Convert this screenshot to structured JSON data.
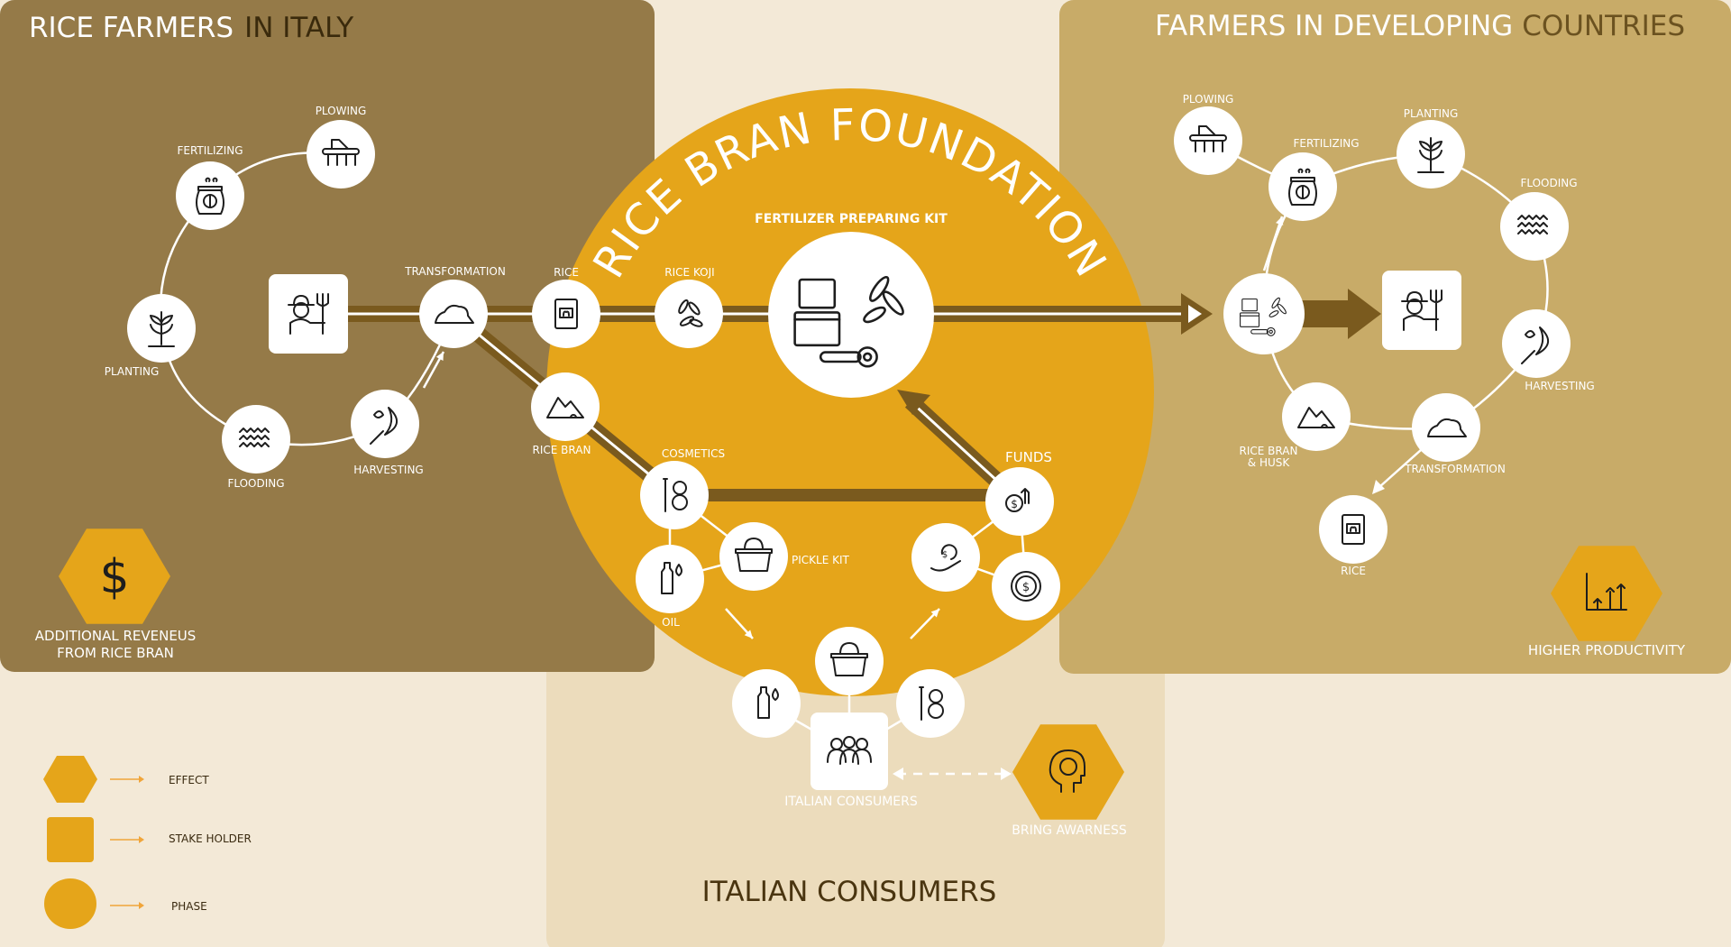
{
  "panels": {
    "italy_title_a": "RICE FARMERS",
    "italy_title_b": "IN ITALY",
    "dev_title_a": "FARMERS IN DEVELOPING",
    "dev_title_b": "COUNTRIES",
    "consumers_title": "ITALIAN CONSUMERS"
  },
  "foundation": {
    "title": "RICE BRAN FOUNDATION",
    "kit_label": "FERTILIZER PREPARING KIT"
  },
  "italy": {
    "plowing": "PLOWING",
    "fertilizing": "FERTILIZING",
    "planting": "PLANTING",
    "flooding": "FLOODING",
    "harvesting": "HARVESTING",
    "transformation": "TRANSFORMATION",
    "rice": "RICE",
    "rice_bran": "RICE BRAN",
    "effect_line1": "ADDITIONAL REVENEUS",
    "effect_line2": "FROM RICE BRAN"
  },
  "center": {
    "rice_koji": "RICE KOJI",
    "cosmetics": "COSMETICS",
    "oil": "OIL",
    "pickle_kit": "PICKLE KIT",
    "funds": "FUNDS"
  },
  "consumers": {
    "stakeholder": "ITALIAN CONSUMERS",
    "effect": "BRING AWARNESS"
  },
  "developing": {
    "plowing": "PLOWING",
    "fertilizing": "FERTILIZING",
    "planting": "PLANTING",
    "flooding": "FLOODING",
    "harvesting": "HARVESTING",
    "transformation": "TRANSFORMATION",
    "rice_bran_1": "RICE BRAN",
    "rice_bran_2": "& HUSK",
    "rice": "RICE",
    "effect": "HIGHER PRODUCTIVITY"
  },
  "legend": {
    "effect": "EFFECT",
    "stakeholder": "STAKE HOLDER",
    "phase": "PHASE"
  },
  "colors": {
    "italy_panel": "#957a48",
    "developing_panel": "#c8ab68",
    "consumers_panel": "#ecdcbc",
    "foundation": "#e5a51a",
    "arrow": "#7a5a1e",
    "background": "#f3e9d7"
  }
}
